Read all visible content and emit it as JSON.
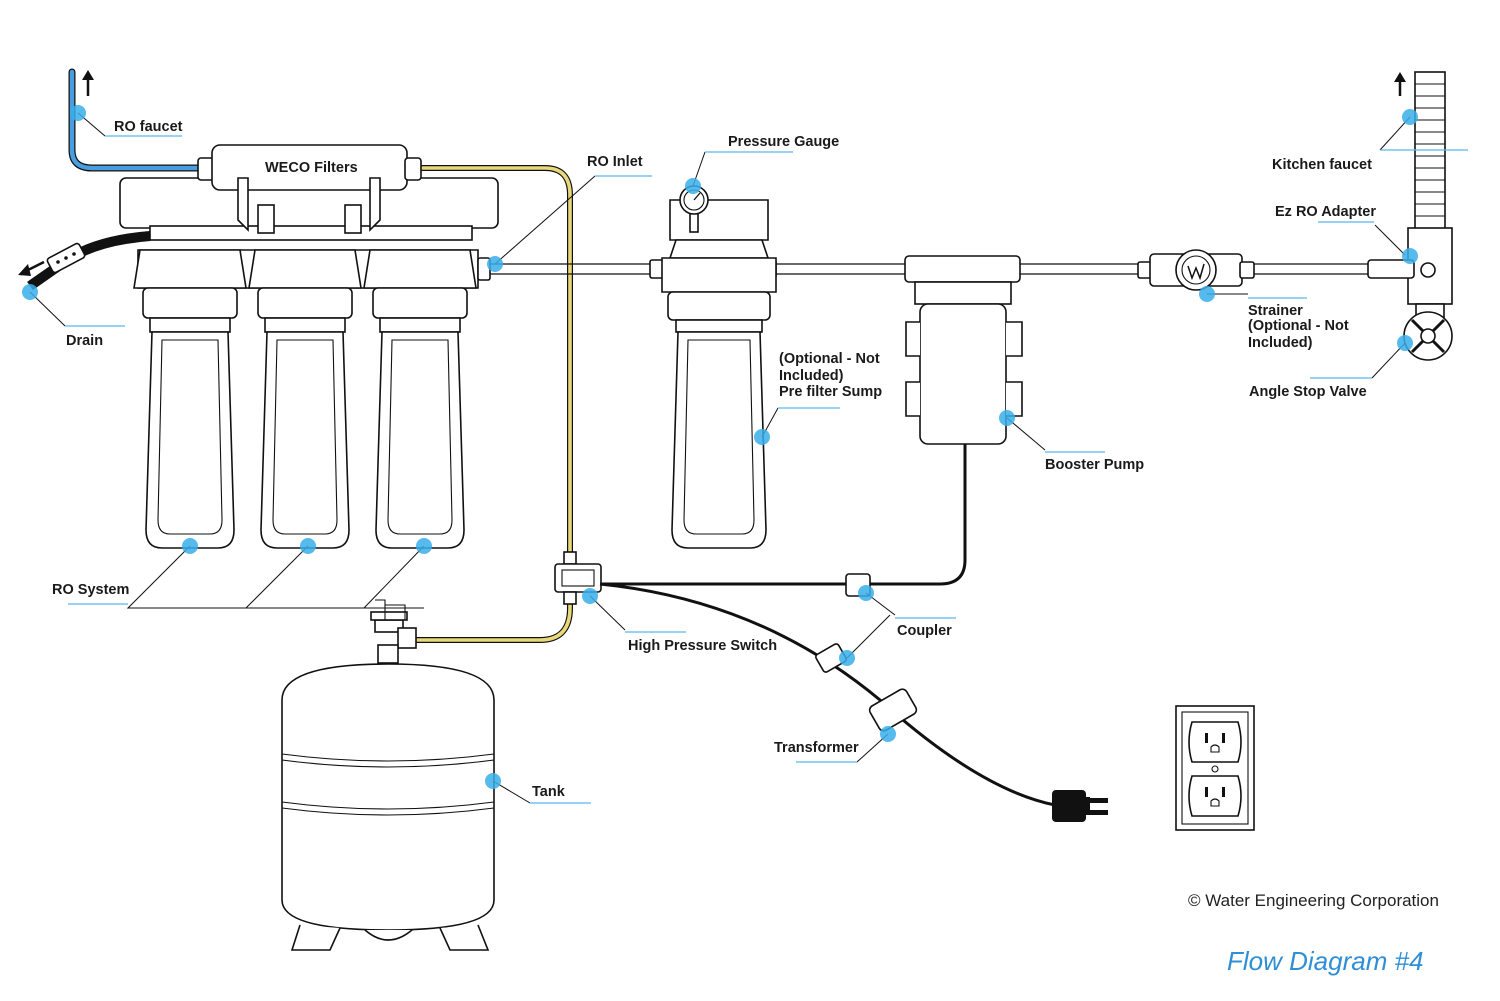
{
  "title": "Flow Diagram #4",
  "copyright": "© Water Engineering Corporation",
  "colors": {
    "accent": "#3aaeea",
    "blue_tube": "#4a9ee0",
    "yellow_tube": "#e8d87a",
    "title": "#2f8fd6",
    "label_underline": "#5bb8ea"
  },
  "labels": {
    "ro_faucet": "RO faucet",
    "weco_filters": "WECO Filters",
    "ro_inlet": "RO Inlet",
    "pressure_gauge": "Pressure Gauge",
    "kitchen_faucet": "Kitchen faucet",
    "ez_ro_adapter": "Ez RO Adapter",
    "drain": "Drain",
    "strainer": [
      "Strainer",
      "(Optional - Not",
      "Included)"
    ],
    "angle_stop_valve": "Angle Stop Valve",
    "prefilter": [
      "(Optional - Not",
      "Included)",
      "Pre filter Sump"
    ],
    "booster_pump": "Booster Pump",
    "ro_system": "RO System",
    "coupler": "Coupler",
    "high_pressure_switch": "High Pressure Switch",
    "transformer": "Transformer",
    "tank": "Tank"
  },
  "icons": {
    "flow_up_arrow": "arrow-up-icon",
    "drain_arrow": "arrow-left-icon",
    "outlet": "wall-outlet-icon",
    "plug": "power-plug-icon",
    "gauge": "pressure-gauge-icon"
  }
}
